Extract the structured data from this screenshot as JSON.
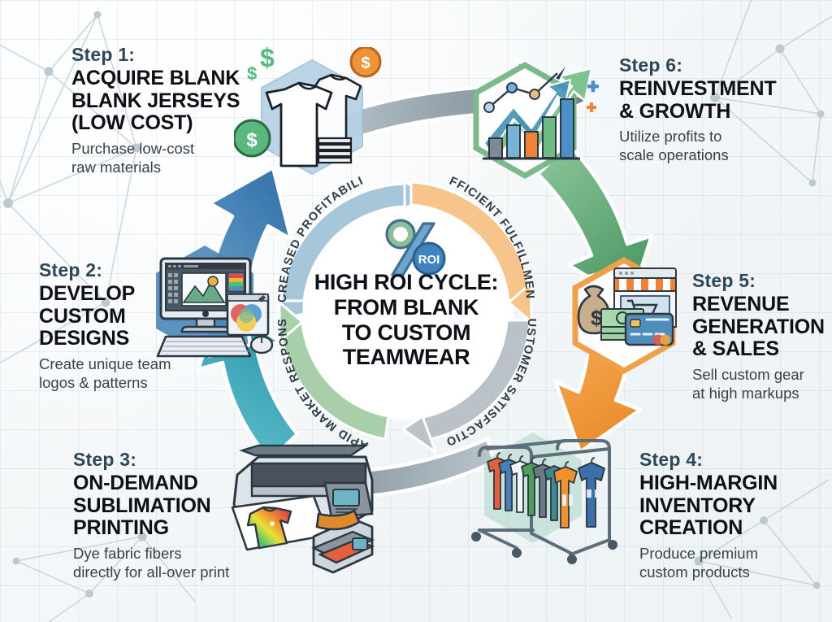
{
  "title": "HIGH ROI CYCLE: FROM BLANK TO CUSTOM TEAMWEAR",
  "center": {
    "headline": "HIGH ROI CYCLE:\nFROM BLANK\nTO CUSTOM\nTEAMWEAR",
    "roi_icon_label": "ROI",
    "percent_symbol": "%"
  },
  "arcs": [
    {
      "id": "increased-profitability",
      "label": "INCREASED PROFITABILITY",
      "color": "#a8c6da",
      "position": "top-left"
    },
    {
      "id": "efficient-fulfillment",
      "label": "EFFICIENT FULFILLMENT",
      "color": "#f7c58c",
      "position": "top-right"
    },
    {
      "id": "customer-satisfaction",
      "label": "CUSTOMER SATISFACTION",
      "color": "#b9c2c7",
      "position": "bottom-right"
    },
    {
      "id": "rapid-market-response",
      "label": "RAPID MARKET RESPONSE",
      "color": "#a8ceaa",
      "position": "bottom-left"
    }
  ],
  "steps": [
    {
      "id": "step-1",
      "kicker": "Step 1:",
      "title": "ACQUIRE BLANK\nBLANK JERSEYS\n(LOW COST)",
      "desc": "Purchase low-cost\nraw materials",
      "icon": "blank-tshirts-icon",
      "hex_color": "#a9c9dd"
    },
    {
      "id": "step-2",
      "kicker": "Step 2:",
      "title": "DEVELOP\nCUSTOM\nDESIGNS",
      "desc": "Create unique team\nlogos & patterns",
      "icon": "design-computer-icon",
      "hex_color": "#4a86b8"
    },
    {
      "id": "step-3",
      "kicker": "Step 3:",
      "title": "ON-DEMAND\nSUBLIMATION\nPRINTING",
      "desc": "Dye fabric fibers\ndirectly for all-over print",
      "icon": "sublimation-printer-icon",
      "hex_color": "#5ba7c4"
    },
    {
      "id": "step-4",
      "kicker": "Step 4:",
      "title": "HIGH-MARGIN\nINVENTORY\nCREATION",
      "desc": "Produce premium\ncustom products",
      "icon": "clothing-rack-icon",
      "hex_color": "#7fb9a3"
    },
    {
      "id": "step-5",
      "kicker": "Step 5:",
      "title": "REVENUE\nGENERATION\n& SALES",
      "desc": "Sell custom gear\nat high markups",
      "icon": "revenue-money-icon",
      "hex_color": "#f29f3d"
    },
    {
      "id": "step-6",
      "kicker": "Step 6:",
      "title": "REINVESTMENT\n& GROWTH",
      "desc": "Utilize profits to\nscale operations",
      "icon": "growth-chart-icon",
      "hex_color": "#6ab07a"
    }
  ],
  "flow_arrows": [
    {
      "id": "arrow-step1-to-step6",
      "from": "step-1",
      "to": "step-6",
      "color": "#8e9aa3",
      "direction": "right"
    },
    {
      "id": "arrow-step6-to-step5",
      "from": "step-6",
      "to": "step-5",
      "color": "#65b07c",
      "direction": "down-right"
    },
    {
      "id": "arrow-step5-to-step4",
      "from": "step-5",
      "to": "step-4",
      "color": "#f0a04b",
      "direction": "down"
    },
    {
      "id": "arrow-step4-to-step3",
      "from": "step-4",
      "to": "step-3",
      "color": "#8e9aa3",
      "direction": "left"
    },
    {
      "id": "arrow-step3-to-step2",
      "from": "step-3",
      "to": "step-2",
      "color": "#45b0c0",
      "direction": "up"
    },
    {
      "id": "arrow-step2-to-step1",
      "from": "step-2",
      "to": "step-1",
      "color": "#4a86b8",
      "direction": "up-right"
    }
  ],
  "colors": {
    "background": "#f2f6f8",
    "kicker": "#2e4756",
    "title": "#0d1117",
    "body": "#37424b",
    "roi_green": "#7cb083",
    "roi_blue": "#3f83bf"
  }
}
